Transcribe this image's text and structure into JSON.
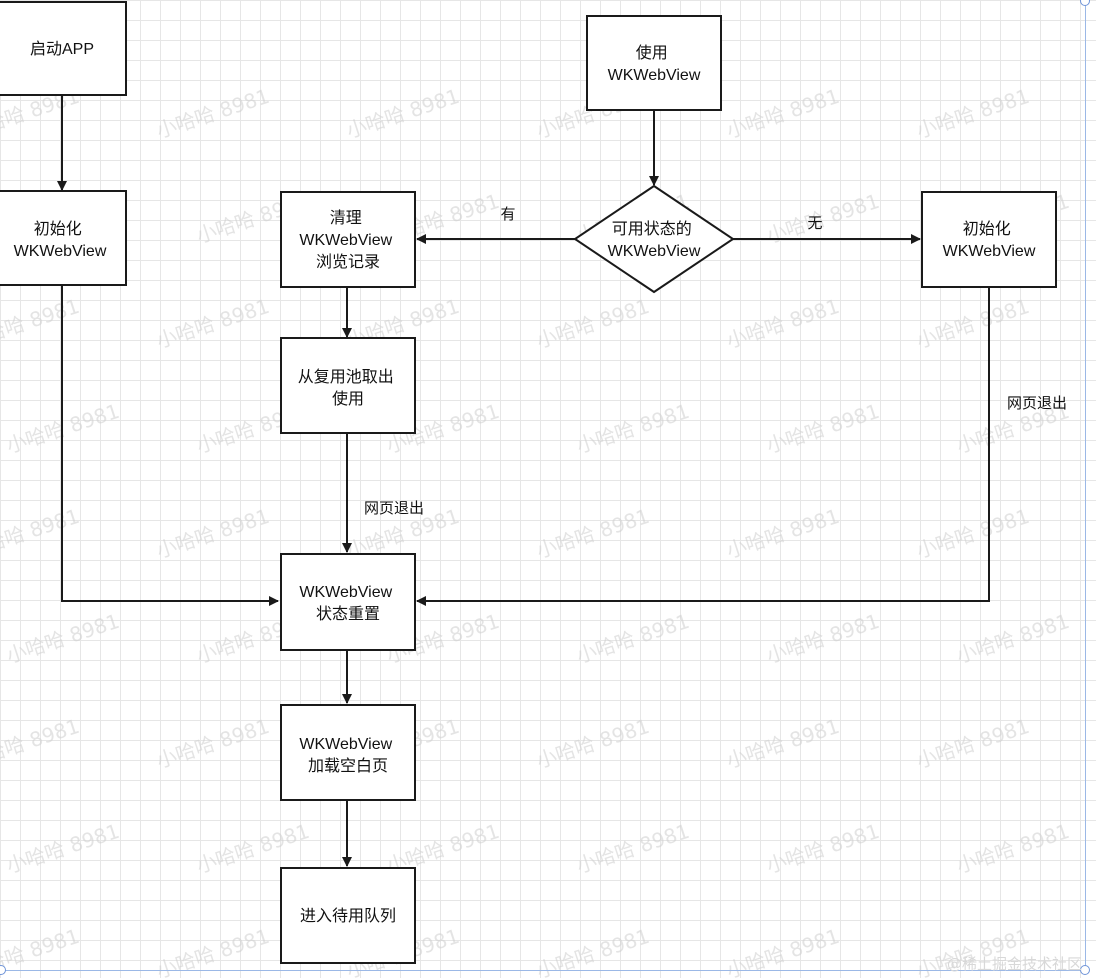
{
  "nodes": {
    "start_app": [
      "启动APP"
    ],
    "use_wkwebview": [
      "使用",
      "WKWebView"
    ],
    "init_left": [
      "初始化",
      "WKWebView"
    ],
    "clear_history": [
      "清理",
      "WKWebView",
      "浏览记录"
    ],
    "available_decision": [
      "可用状态的",
      "WKWebView"
    ],
    "init_right": [
      "初始化",
      "WKWebView"
    ],
    "take_from_pool": [
      "从复用池取出",
      "使用"
    ],
    "state_reset": [
      "WKWebView",
      "状态重置"
    ],
    "load_blank": [
      "WKWebView",
      "加载空白页"
    ],
    "enter_queue": [
      "进入待用队列"
    ]
  },
  "edge_labels": {
    "yes": "有",
    "no": "无",
    "page_exit_middle": "网页退出",
    "page_exit_right": "网页退出"
  },
  "watermark": "小哈哈 8981",
  "footer_mark": "@稀土掘金技术社区"
}
